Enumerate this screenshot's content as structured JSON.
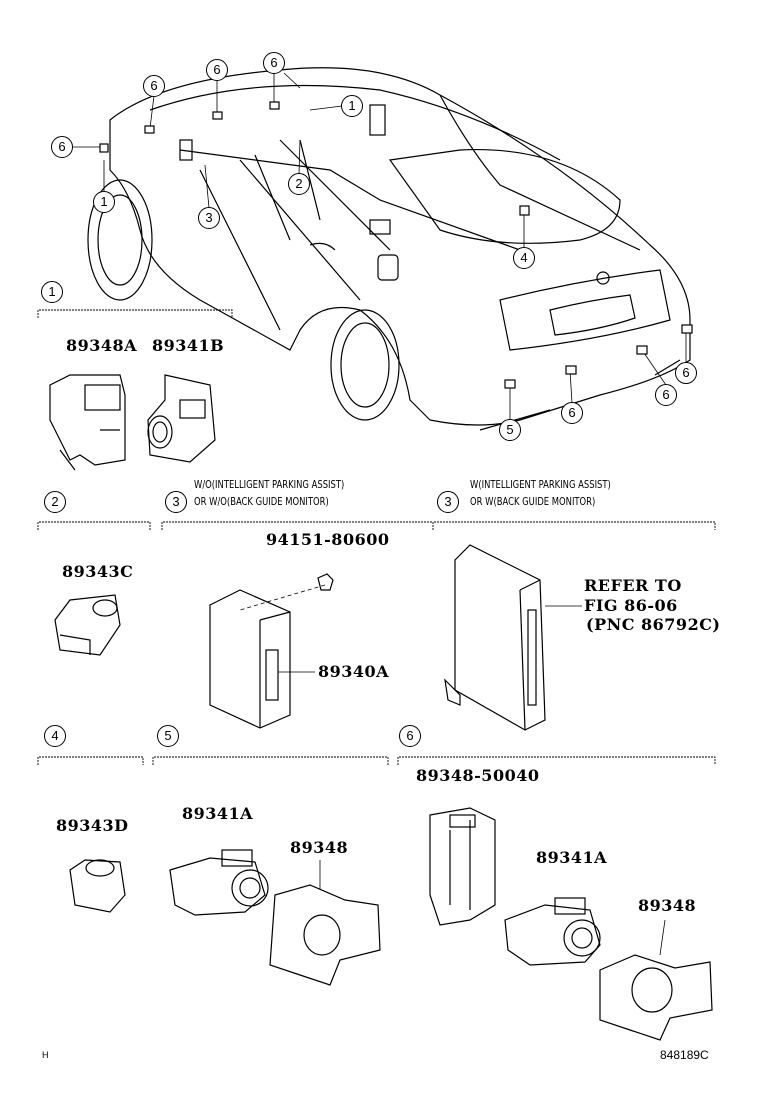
{
  "callouts_car": [
    {
      "id": "callout-6a",
      "num": "6"
    },
    {
      "id": "callout-6b",
      "num": "6"
    },
    {
      "id": "callout-6c",
      "num": "6"
    },
    {
      "id": "callout-6d",
      "num": "6"
    },
    {
      "id": "callout-1a",
      "num": "1"
    },
    {
      "id": "callout-1b",
      "num": "1"
    },
    {
      "id": "callout-2",
      "num": "2"
    },
    {
      "id": "callout-3",
      "num": "3"
    },
    {
      "id": "callout-4",
      "num": "4"
    },
    {
      "id": "callout-5",
      "num": "5"
    },
    {
      "id": "callout-6e",
      "num": "6"
    },
    {
      "id": "callout-6f",
      "num": "6"
    },
    {
      "id": "callout-6g",
      "num": "6"
    }
  ],
  "sections": {
    "s1": {
      "num": "1",
      "parts": [
        "89348A",
        "89341B"
      ]
    },
    "s2": {
      "num": "2",
      "parts": [
        "89343C"
      ]
    },
    "s3a": {
      "num": "3",
      "cond1": "W/O(INTELLIGENT PARKING ASSIST)",
      "cond2": "OR W/O(BACK GUIDE MONITOR)",
      "parts": [
        "94151-80600",
        "89340A"
      ]
    },
    "s3b": {
      "num": "3",
      "cond1": "W(INTELLIGENT PARKING ASSIST)",
      "cond2": "OR W(BACK GUIDE MONITOR)",
      "refer": [
        "REFER TO",
        "FIG 86-06",
        "(PNC 86792C)"
      ]
    },
    "s4": {
      "num": "4",
      "parts": [
        "89343D"
      ]
    },
    "s5": {
      "num": "5",
      "parts": [
        "89341A",
        "89348"
      ]
    },
    "s6": {
      "num": "6",
      "parts": [
        "89348-50040",
        "89341A",
        "89348"
      ]
    }
  },
  "footer": {
    "left": "H",
    "right": "848189C"
  }
}
